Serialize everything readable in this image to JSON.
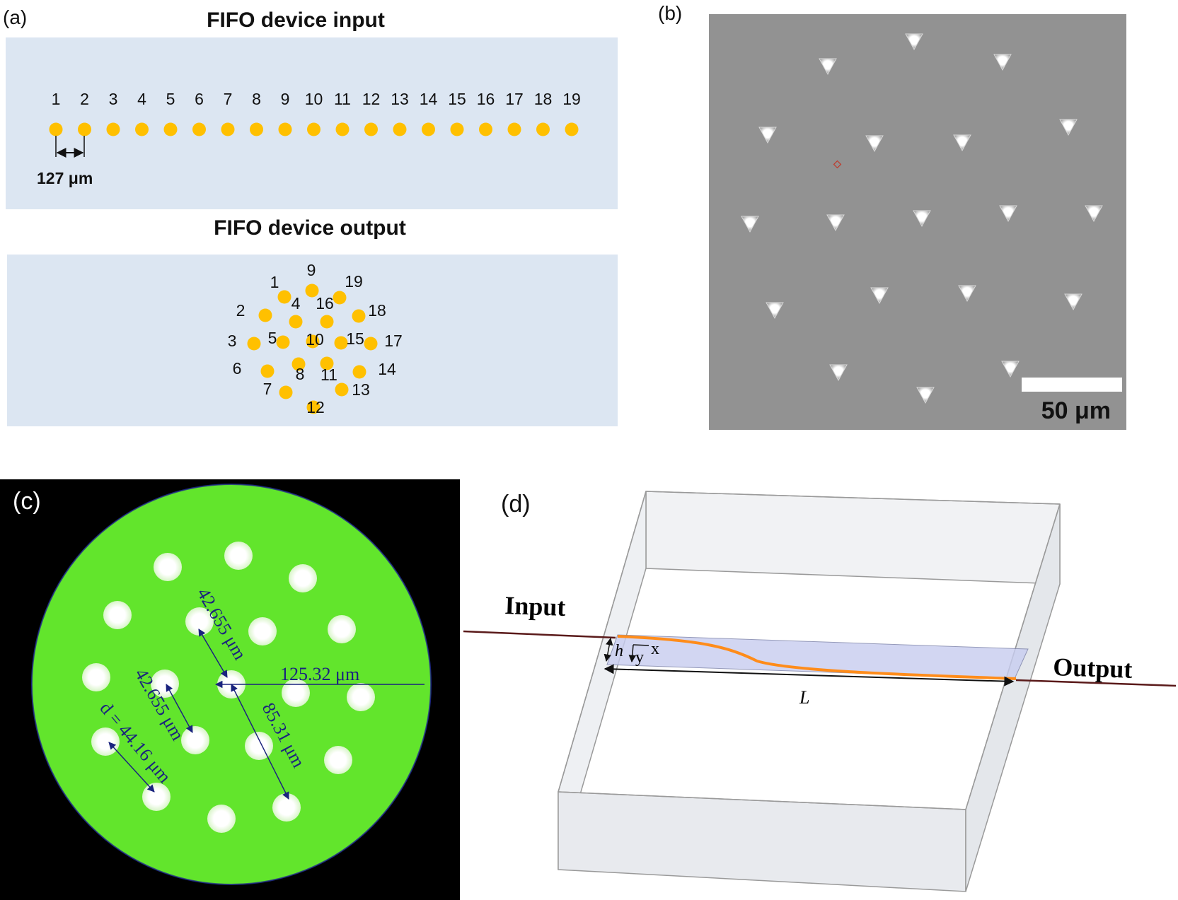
{
  "panels": {
    "a": {
      "label": "(a)",
      "input_title": "FIFO device input",
      "output_title": "FIFO device output",
      "input_ports": [
        "1",
        "2",
        "3",
        "4",
        "5",
        "6",
        "7",
        "8",
        "9",
        "10",
        "11",
        "12",
        "13",
        "14",
        "15",
        "16",
        "17",
        "18",
        "19"
      ],
      "pitch_label": "127 μm",
      "output_ports": [
        "1",
        "2",
        "3",
        "4",
        "5",
        "6",
        "7",
        "8",
        "9",
        "10",
        "11",
        "12",
        "13",
        "14",
        "15",
        "16",
        "17",
        "18",
        "19"
      ],
      "colors": {
        "background": "#dce6f2",
        "core": "#ffc000"
      }
    },
    "b": {
      "label": "(b)",
      "scale_bar": "50 μm"
    },
    "c": {
      "label": "(c)",
      "dim_pitch_1": "42.655 μm",
      "dim_pitch_2": "42.655 μm",
      "dim_double": "85.31 μm",
      "dim_radius": "125.32 μm",
      "dim_diameter": "d = 44.16 μm",
      "colors": {
        "cladding": "#5ae022",
        "dim": "#1a237e"
      }
    },
    "d": {
      "label": "(d)",
      "input": "Input",
      "output": "Output",
      "h": "h",
      "y": "y",
      "x": "x",
      "L": "L",
      "colors": {
        "waveguide": "#ff8c1a",
        "plane": "#c8cdf0",
        "fiber": "#5a1a1a"
      }
    }
  }
}
